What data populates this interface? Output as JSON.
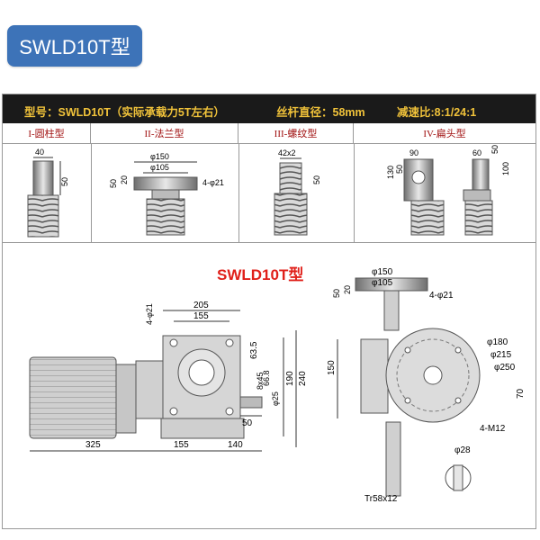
{
  "badge": "SWLD10T型",
  "header": {
    "model": "型号：SWLD10T（实际承载力5T左右）",
    "screw": "丝杆直径：58mm",
    "ratio": "减速比:8:1/24:1"
  },
  "types": [
    "I-圆柱型",
    "II-法兰型",
    "III-螺纹型",
    "IV-扁头型"
  ],
  "main_title": "SWLD10T型",
  "dims": {
    "t1_w": "40",
    "t1_h": "50",
    "t2_d1": "φ150",
    "t2_d2": "φ105",
    "t2_holes": "4-φ21",
    "t2_h1": "50",
    "t2_h2": "20",
    "t3_w": "42x2",
    "t3_h": "50",
    "t4_w1": "90",
    "t4_h1": "130",
    "t4_h2": "50",
    "t4_w2": "60",
    "t4_h3": "50",
    "t4_h4": "100",
    "top_d1": "φ150",
    "top_d2": "φ105",
    "top_holes": "4-φ21",
    "top_h1": "50",
    "top_h2": "20",
    "w205": "205",
    "w155": "155",
    "holes_left": "4-φ21",
    "v63": "63.5",
    "v66": "66.8",
    "v8x45": "8x45",
    "dphi25": "φ25",
    "h190": "190",
    "h240": "240",
    "w50": "50",
    "w325": "325",
    "w155b": "155",
    "w140": "140",
    "h150": "150",
    "d180": "φ180",
    "d215": "φ215",
    "d250": "φ250",
    "h70": "70",
    "m12": "4-M12",
    "d28": "φ28",
    "tr": "Tr58x12"
  }
}
